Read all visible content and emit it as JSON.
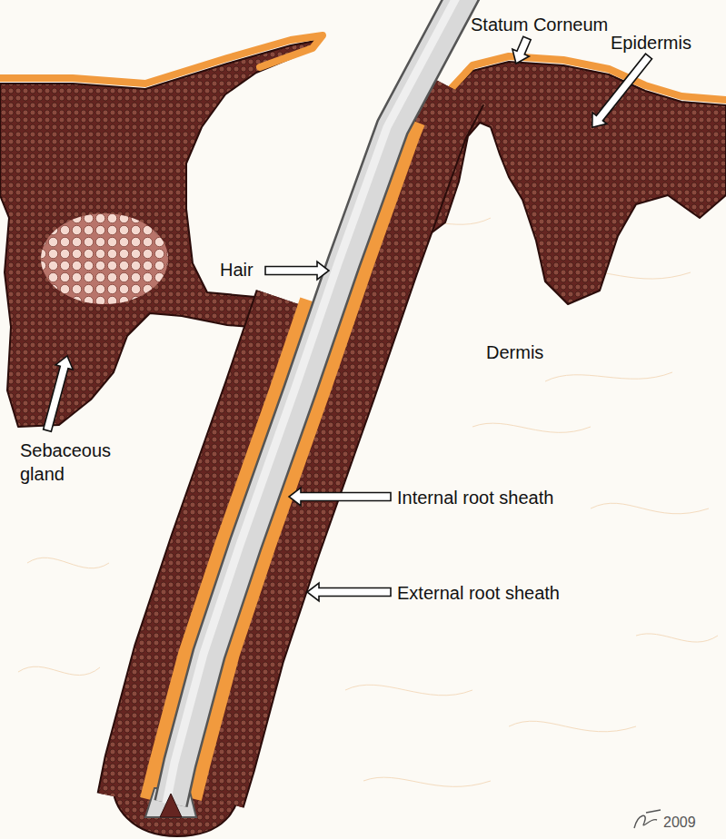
{
  "diagram": {
    "labels": [
      "Statum Corneum",
      "Epidermis",
      "Hair",
      "Dermis",
      "Sebaceous gland",
      "Internal root sheath",
      "External root sheath",
      "2009"
    ]
  }
}
